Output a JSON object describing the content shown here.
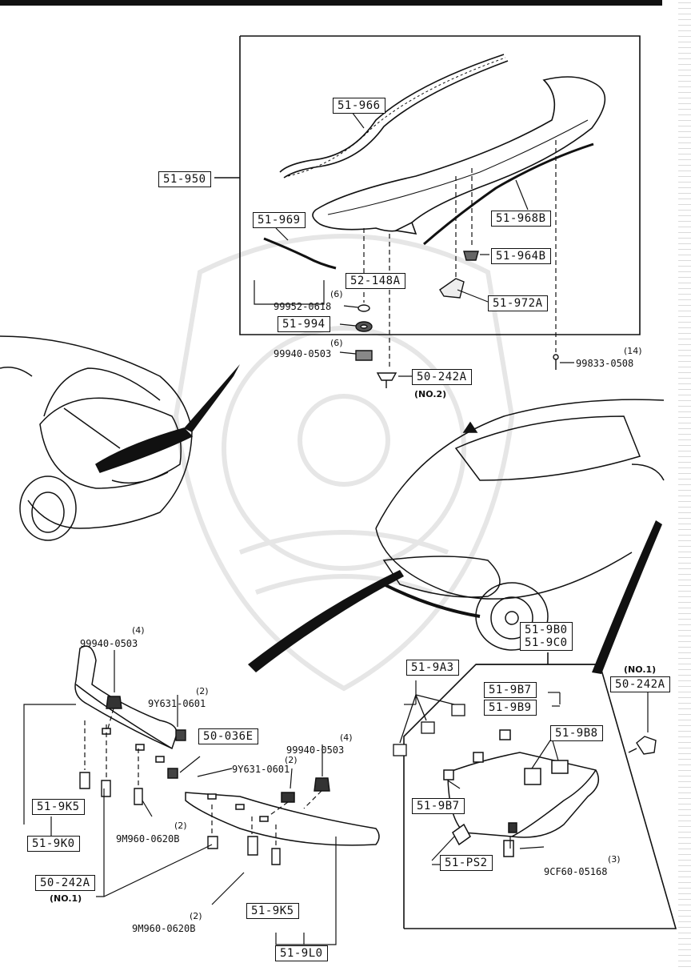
{
  "parts": {
    "spoiler_assy": "51-950",
    "spoiler_seal": "51-966",
    "left_molding": "51-969",
    "right_molding": "51-968B",
    "clip_right": "51-964B",
    "bracket": "51-972A",
    "fastener_group": "52-148A",
    "washer": "51-994",
    "clip_top": "50-242A",
    "clip_top_note": "(NO.2)",
    "nut_a": "50-036E",
    "lip_left_seal": "51-9K5",
    "lip_left": "51-9K0",
    "clip_bottom": "50-242A",
    "clip_bottom_note": "(NO.1)",
    "lip_right_seal": "51-9K5",
    "lip_right": "51-9L0",
    "group_code_1": "51-9B0",
    "group_code_2": "51-9C0",
    "tape_a": "51-9A3",
    "tape_b7_top": "51-9B7",
    "tape_b9": "51-9B9",
    "tape_b8": "51-9B8",
    "tape_b7_bottom": "51-9B7",
    "fastener_ps2": "51-PS2",
    "clip_right_lower": "50-242A",
    "clip_right_lower_note": "(NO.1)"
  },
  "fasteners": {
    "seal_9952": "99952-0618",
    "seal_9952_qty": "(6)",
    "nut_99940_top": "99940-0503",
    "nut_99940_top_qty": "(6)",
    "bolt_99833": "99833-0508",
    "bolt_99833_qty": "(14)",
    "nut_99940_left": "99940-0503",
    "nut_99940_left_qty": "(4)",
    "clip_9y631_left": "9Y631-0601",
    "clip_9y631_left_qty": "(2)",
    "nut_99940_right": "99940-0503",
    "nut_99940_right_qty": "(4)",
    "clip_9y631_right": "9Y631-0601",
    "clip_9y631_right_qty": "(2)",
    "bolt_9m960_left": "9M960-0620B",
    "bolt_9m960_left_qty": "(2)",
    "bolt_9m960_right": "9M960-0620B",
    "bolt_9m960_right_qty": "(2)",
    "screw_9cf60": "9CF60-05168",
    "screw_9cf60_qty": "(3)"
  }
}
